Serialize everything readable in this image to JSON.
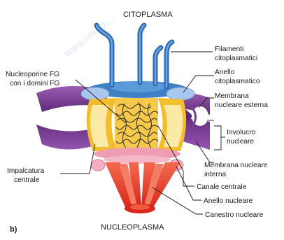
{
  "diagram": {
    "top_label": "CITOPLASMA",
    "bottom_label": "NUCLEOPLASMA",
    "panel_letter": "b)",
    "watermark": "www.unido...",
    "labels_right": [
      {
        "line1": "Filamenti",
        "line2": "citoplasmatici"
      },
      {
        "line1": "Anello",
        "line2": "citoplasmatico"
      },
      {
        "line1": "Membrana",
        "line2": "nucleare esterna"
      },
      {
        "line1": "Involucro",
        "line2": "nucleare"
      },
      {
        "line1": "Membrana nucleare",
        "line2": "interna"
      },
      {
        "line1": "Canale centrale",
        "line2": ""
      },
      {
        "line1": "Anello nucleare",
        "line2": ""
      },
      {
        "line1": "Canestro nucleare",
        "line2": ""
      }
    ],
    "labels_left": [
      {
        "line1": "Nucleoporine FG",
        "line2": "con i domini FG"
      },
      {
        "line1": "Impalcatura",
        "line2": "centrale"
      }
    ],
    "colors": {
      "membrane_purple": "#7a3e91",
      "filament_blue": "#3f7fc4",
      "ring_lightblue": "#a9c6ec",
      "scaffold_yellow": "#f4bd2e",
      "scaffold_pale": "#fbe9a6",
      "nuclear_ring_pink": "#ef9db3",
      "basket_red": "#e8402c"
    }
  }
}
